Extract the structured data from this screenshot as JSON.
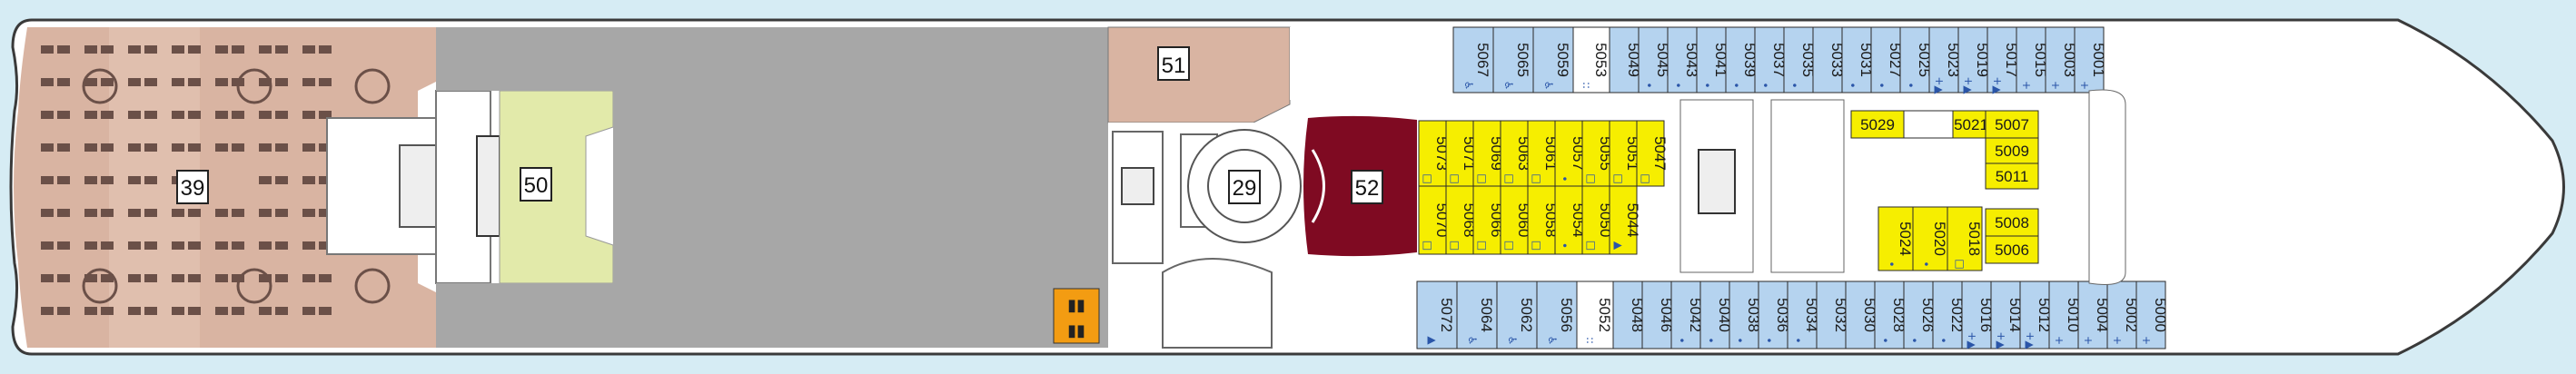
{
  "venues": [
    {
      "id": "39",
      "fill": "#d9b4a2"
    },
    {
      "id": "50",
      "fill": "#e2eaaa"
    },
    {
      "id": "51",
      "fill": "#d9b4a2"
    },
    {
      "id": "52",
      "fill": "#7f0a22"
    },
    {
      "id": "29",
      "fill": "#ffffff"
    }
  ],
  "colors": {
    "blue_cabin": "#b5d3ef",
    "yellow_cabin": "#f6ee00",
    "corridor": "#a7a7a7",
    "water": "#d6ecf4",
    "hull": "#ffffff",
    "restroom": "#f39c12"
  },
  "top_blue": [
    {
      "n": "5067",
      "m": "wheelchair-icon"
    },
    {
      "n": "5065",
      "m": "wheelchair-icon"
    },
    {
      "n": "5059",
      "m": "wheelchair-icon"
    }
  ],
  "top_white": [
    {
      "n": "5053",
      "m": "::"
    }
  ],
  "top_row": [
    {
      "n": "5049",
      "m": ""
    },
    {
      "n": "5045",
      "m": "•"
    },
    {
      "n": "5043",
      "m": "•"
    },
    {
      "n": "5041",
      "m": "•"
    },
    {
      "n": "5039",
      "m": "•"
    },
    {
      "n": "5037",
      "m": "•"
    },
    {
      "n": "5035",
      "m": "•"
    },
    {
      "n": "5033",
      "m": ""
    },
    {
      "n": "5031",
      "m": "•"
    },
    {
      "n": "5027",
      "m": "•"
    },
    {
      "n": "5025",
      "m": "•"
    },
    {
      "n": "5023",
      "m": "+▲"
    },
    {
      "n": "5019",
      "m": "+▲"
    },
    {
      "n": "5017",
      "m": "+▲"
    },
    {
      "n": "5015",
      "m": "+"
    },
    {
      "n": "5003",
      "m": "+"
    },
    {
      "n": "5001",
      "m": "+"
    }
  ],
  "bottom_blue": [
    {
      "n": "5072",
      "m": "▲"
    },
    {
      "n": "5064",
      "m": "wheelchair-icon"
    },
    {
      "n": "5062",
      "m": "wheelchair-icon"
    },
    {
      "n": "5056",
      "m": "wheelchair-icon"
    }
  ],
  "bottom_white": [
    {
      "n": "5052",
      "m": "::"
    }
  ],
  "bottom_row": [
    {
      "n": "5048",
      "m": ""
    },
    {
      "n": "5046",
      "m": ""
    },
    {
      "n": "5042",
      "m": "•"
    },
    {
      "n": "5040",
      "m": "•"
    },
    {
      "n": "5038",
      "m": "•"
    },
    {
      "n": "5036",
      "m": "•"
    },
    {
      "n": "5034",
      "m": "•"
    },
    {
      "n": "5032",
      "m": ""
    },
    {
      "n": "5030",
      "m": ""
    },
    {
      "n": "5028",
      "m": "•"
    },
    {
      "n": "5026",
      "m": "•"
    },
    {
      "n": "5022",
      "m": "•"
    },
    {
      "n": "5016",
      "m": "+▲"
    },
    {
      "n": "5014",
      "m": "+▲"
    },
    {
      "n": "5012",
      "m": "+▲"
    },
    {
      "n": "5010",
      "m": "+"
    },
    {
      "n": "5004",
      "m": "+"
    },
    {
      "n": "5002",
      "m": "+"
    },
    {
      "n": "5000",
      "m": "+"
    }
  ],
  "inner_top": [
    {
      "n": "5073",
      "m": "□"
    },
    {
      "n": "5071",
      "m": "□"
    },
    {
      "n": "5069",
      "m": "□"
    },
    {
      "n": "5063",
      "m": "□"
    },
    {
      "n": "5061",
      "m": "□"
    },
    {
      "n": "5057",
      "m": "•"
    },
    {
      "n": "5055",
      "m": "□"
    },
    {
      "n": "5051",
      "m": "□"
    },
    {
      "n": "5047",
      "m": "□"
    }
  ],
  "inner_bottom": [
    {
      "n": "5070",
      "m": "□"
    },
    {
      "n": "5068",
      "m": "□"
    },
    {
      "n": "5066",
      "m": "□"
    },
    {
      "n": "5060",
      "m": "□"
    },
    {
      "n": "5058",
      "m": "□"
    },
    {
      "n": "5054",
      "m": "•"
    },
    {
      "n": "5050",
      "m": "□"
    },
    {
      "n": "5044",
      "m": "▲"
    }
  ],
  "forward_top": [
    "5029",
    "5021",
    "5007"
  ],
  "forward_right": [
    "5009",
    "5011",
    "5008",
    "5006"
  ],
  "forward_vertical": [
    {
      "n": "5024",
      "m": "•"
    },
    {
      "n": "5020",
      "m": "•"
    },
    {
      "n": "5018",
      "m": "□"
    }
  ]
}
